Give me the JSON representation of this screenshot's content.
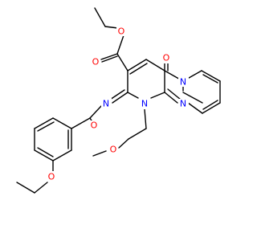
{
  "colors": {
    "carbon": "#000000",
    "oxygen": "#ff0000",
    "nitrogen": "#0000ff",
    "background": "#ffffff"
  },
  "atoms": {
    "o_ester_ring": "O",
    "o_ester_carbonyl": "O",
    "o_ring_carbonyl": "O",
    "n_ring_top": "N",
    "n_imine": "N",
    "n_ring_1": "N",
    "n_ring_2": "N",
    "o_amide": "O",
    "o_methoxy": "O",
    "o_ethoxy": "O"
  }
}
